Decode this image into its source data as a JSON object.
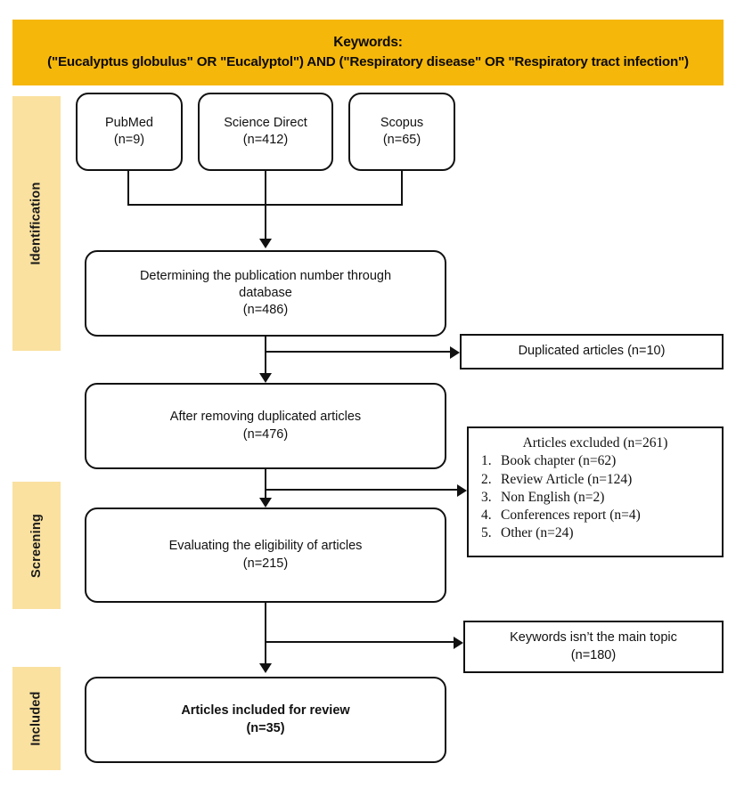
{
  "header": {
    "title_label": "Keywords:",
    "query": "(\"Eucalyptus globulus\" OR \"Eucalyptol\") AND (\"Respiratory disease\" OR \"Respiratory tract infection\")",
    "background_color": "#F6B70B"
  },
  "stages": [
    {
      "id": "identification",
      "label": "Identification",
      "color": "#FAE1A0"
    },
    {
      "id": "screening",
      "label": "Screening",
      "color": "#FAE1A0"
    },
    {
      "id": "included",
      "label": "Included",
      "color": "#FAE1A0"
    }
  ],
  "sources": [
    {
      "id": "pubmed",
      "name": "PubMed",
      "count": "(n=9)"
    },
    {
      "id": "science-direct",
      "name": "Science Direct",
      "count": "(n=412)"
    },
    {
      "id": "scopus",
      "name": "Scopus",
      "count": "(n=65)"
    }
  ],
  "flow": {
    "determining": {
      "line1": "Determining the publication number through",
      "line2": "database",
      "count": "(n=486)"
    },
    "after_duplicates": {
      "line1": "After removing duplicated articles",
      "count": "(n=476)"
    },
    "eligibility": {
      "line1": "Evaluating the eligibility of articles",
      "count": "(n=215)"
    },
    "included": {
      "line1": "Articles included for review",
      "count": "(n=35)"
    }
  },
  "exclusions": {
    "duplicated": {
      "text": "Duplicated articles (n=10)"
    },
    "articles_excluded": {
      "title": "Articles excluded (n=261)",
      "items": [
        {
          "num": "1.",
          "text": "Book chapter (n=62)"
        },
        {
          "num": "2.",
          "text": "Review Article (n=124)"
        },
        {
          "num": "3.",
          "text": "Non English (n=2)"
        },
        {
          "num": "4.",
          "text": "Conferences report (n=4)"
        },
        {
          "num": "5.",
          "text": "Other (n=24)"
        }
      ]
    },
    "keywords_not_main": {
      "line1": "Keywords isn’t the main topic",
      "count": "(n=180)"
    }
  },
  "chart_data": {
    "type": "diagram",
    "title": "PRISMA flow diagram",
    "stages": [
      "Identification",
      "Screening",
      "Included"
    ],
    "records_identified": {
      "PubMed": 9,
      "Science Direct": 412,
      "Scopus": 65
    },
    "total_identified": 486,
    "duplicates_removed": 10,
    "after_duplicates": 476,
    "excluded_at_screening": 261,
    "excluded_breakdown": {
      "Book chapter": 62,
      "Review Article": 124,
      "Non English": 2,
      "Conferences report": 4,
      "Other": 24
    },
    "eligibility_assessed": 215,
    "excluded_keywords_not_main_topic": 180,
    "included_for_review": 35
  }
}
